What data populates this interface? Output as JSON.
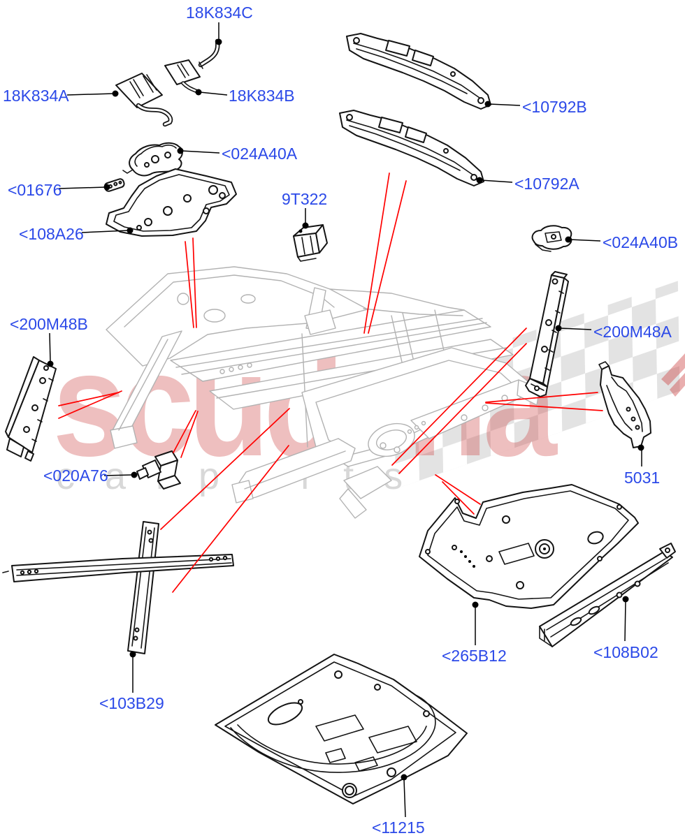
{
  "diagram_title": "Floor pan exploded parts diagram",
  "watermark": {
    "brand": "scuderia",
    "tagline": "c a r  p a r t s"
  },
  "colors": {
    "label_blue": "#2b49e8",
    "leader_black": "#141414",
    "locator_red": "#ff0000",
    "assembly_gray": "#b2b2b2",
    "flag_gray": "#e3e3e3",
    "watermark_pink": "rgba(203,62,62,0.33)"
  },
  "labels": [
    {
      "id": "18K834C",
      "text": "18K834C"
    },
    {
      "id": "18K834A",
      "text": "18K834A"
    },
    {
      "id": "18K834B",
      "text": "18K834B"
    },
    {
      "id": "10792B",
      "text": "<10792B"
    },
    {
      "id": "024A40A",
      "text": "<024A40A"
    },
    {
      "id": "10792A",
      "text": "<10792A"
    },
    {
      "id": "01676",
      "text": "<01676"
    },
    {
      "id": "9T322",
      "text": "9T322"
    },
    {
      "id": "108A26",
      "text": "<108A26"
    },
    {
      "id": "024A40B",
      "text": "<024A40B"
    },
    {
      "id": "200M48B",
      "text": "<200M48B"
    },
    {
      "id": "200M48A",
      "text": "<200M48A"
    },
    {
      "id": "020A76",
      "text": "<020A76"
    },
    {
      "id": "5031",
      "text": "5031"
    },
    {
      "id": "265B12",
      "text": "<265B12"
    },
    {
      "id": "108B02",
      "text": "<108B02"
    },
    {
      "id": "103B29",
      "text": "<103B29"
    },
    {
      "id": "11215",
      "text": "<11215"
    }
  ]
}
